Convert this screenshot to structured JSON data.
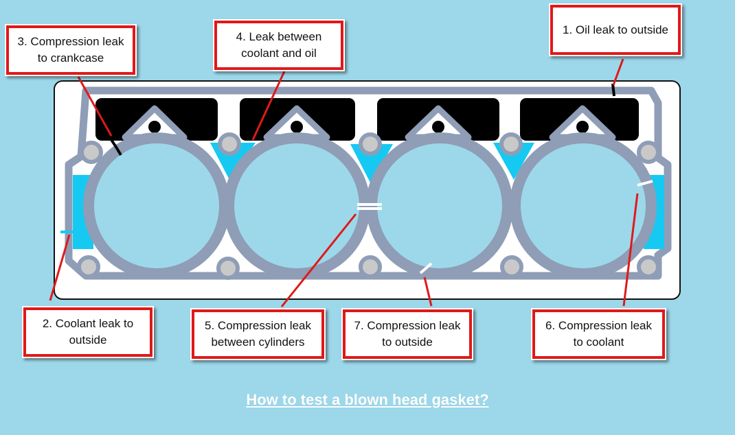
{
  "title": "How to test a blown head gasket?",
  "colors": {
    "background": "#9dd8ea",
    "gasket": "#8f9db6",
    "coolant": "#16c9f2",
    "oil_gallery": "#000000",
    "callout_border": "#e01919",
    "leader": "#e01919"
  },
  "callouts": [
    {
      "id": "1",
      "label": "1. Oil leak to outside"
    },
    {
      "id": "2",
      "label": "2. Coolant leak to outside"
    },
    {
      "id": "3",
      "label": "3. Compression leak to crankcase"
    },
    {
      "id": "4",
      "label": "4. Leak between coolant and oil"
    },
    {
      "id": "5",
      "label": "5. Compression leak between cylinders"
    },
    {
      "id": "6",
      "label": "6. Compression leak to coolant"
    },
    {
      "id": "7",
      "label": "7. Compression leak to outside"
    }
  ]
}
